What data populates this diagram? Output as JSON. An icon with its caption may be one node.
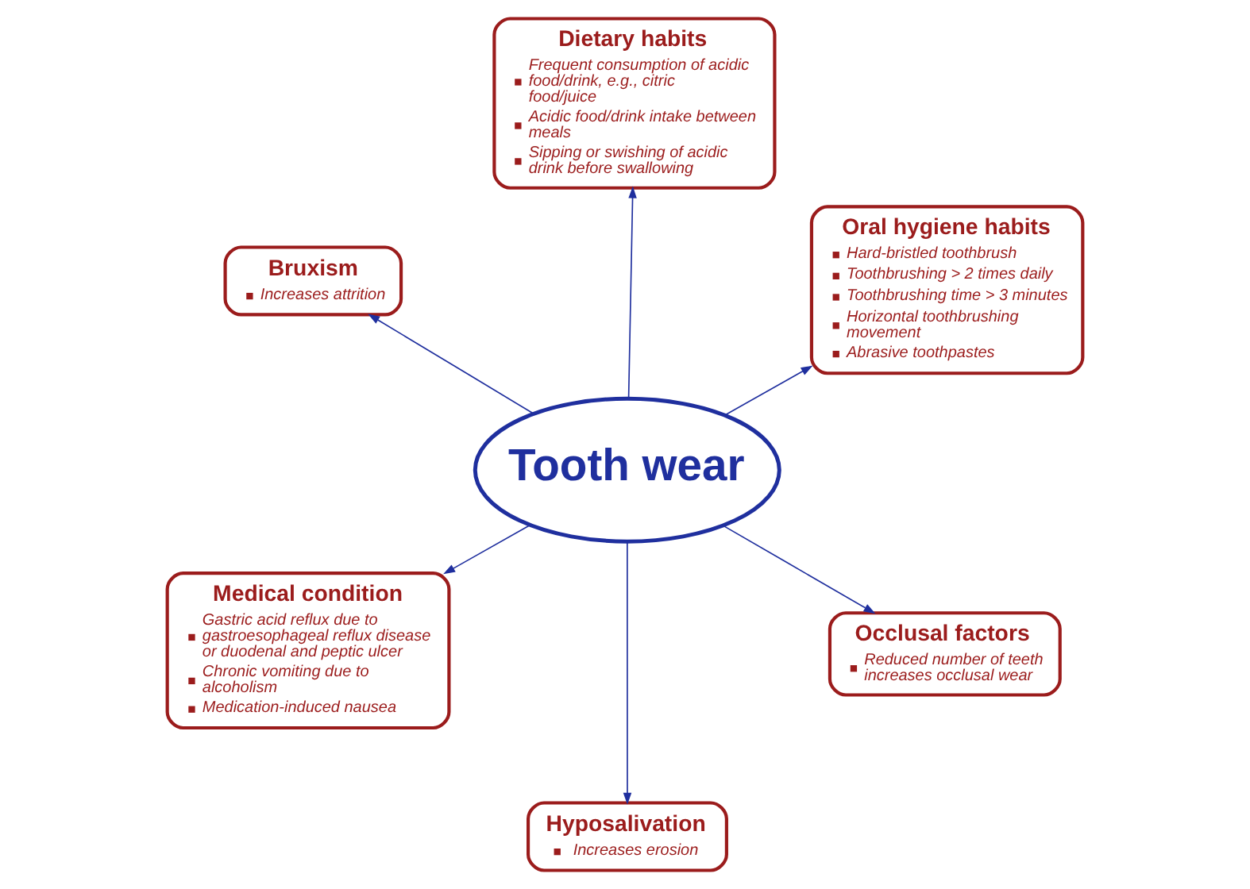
{
  "diagram": {
    "nodes": [
      {
        "text": [
          "Tooth wear"
        ]
      },
      {
        "text": [
          "Occlusal factors",
          "Reduced number of teeth increases occlusal wear"
        ]
      },
      {
        "text": [
          "Hyposalivation",
          "Increases erosion"
        ]
      },
      {
        "text": [
          "Bruxism",
          "Increases attrition"
        ]
      },
      {
        "text": [
          "Oral hygiene habits",
          "Hard-bristled toothbrush",
          "Toothbrushing > 2 times daily",
          "Toothbrushing time > 3 minutes",
          "Horizontal toothbrushing movement",
          "Abrasive toothpastes"
        ]
      },
      {
        "text": [
          "Dietary habits",
          "Frequent consumption of acidic food/drink, e.g., citric food/juice",
          "Acidic food/drink intake between meals",
          "Sipping or swishing of acidic drink before swallowing"
        ]
      },
      {
        "text": [
          "Medical condition",
          "Gastric acid reflux due to gastroesophageal reflux disease or duodenal and peptic ulcer",
          "Chronic vomiting due to alcoholism",
          "Medication-induced nausea"
        ]
      }
    ],
    "edges": [
      {
        "from": 0,
        "to": 1,
        "arrow": "to"
      },
      {
        "from": 0,
        "to": 2,
        "arrow": "to"
      },
      {
        "from": 0,
        "to": 3,
        "arrow": "to"
      },
      {
        "from": 0,
        "to": 4,
        "arrow": "to"
      },
      {
        "from": 0,
        "to": 5,
        "arrow": "to"
      },
      {
        "from": 0,
        "to": 6,
        "arrow": "to"
      }
    ]
  }
}
